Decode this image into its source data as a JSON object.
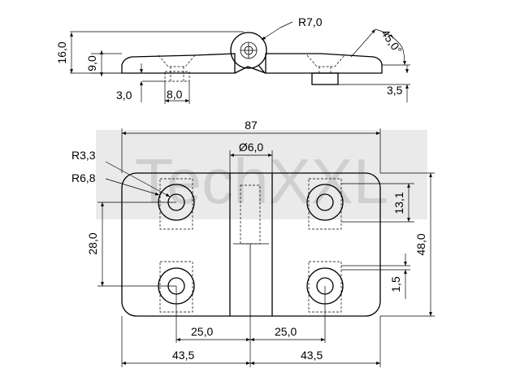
{
  "watermark": {
    "text": "TechXXL",
    "color": "#c8c8c8"
  },
  "colors": {
    "line": "#000000",
    "background": "#ffffff"
  },
  "side_view": {
    "dims": {
      "total_height": "16,0",
      "leaf_height": "9,0",
      "pin_radius": "R7,0",
      "chamfer_angle": "45,0°",
      "boss_offset": "3,0",
      "boss_width": "8,0",
      "boss_height": "3,5"
    }
  },
  "top_view": {
    "dims": {
      "total_width": "87",
      "pin_diameter": "Ø6,0",
      "countersink_r_small": "R3,3",
      "countersink_r_large": "R6,8",
      "hole_vertical_spacing": "28,0",
      "total_height": "48,0",
      "hole_edge_offset": "13,1",
      "boss_offset": "1,5",
      "hole_to_axis_left": "25,0",
      "hole_to_axis_right": "25,0",
      "half_width_left": "43,5",
      "half_width_right": "43,5"
    }
  }
}
